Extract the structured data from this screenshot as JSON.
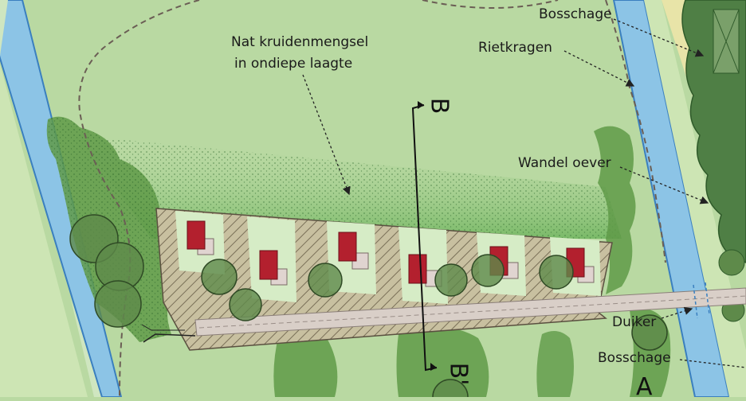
{
  "labels": {
    "nat_kruiden_line1": "Nat kruidenmengsel",
    "nat_kruiden_line2": "in ondiepe laagte",
    "bosschage_top": "Bosschage",
    "rietkragen": "Rietkragen",
    "wandel_oever": "Wandel oever",
    "duiker": "Duiker",
    "bosschage_bottom": "Bosschage"
  },
  "section_markers": {
    "b": "B",
    "b_prime": "B'",
    "a": "A"
  },
  "colors": {
    "meadow": "#b9d9a2",
    "meadow_light": "#cde5b4",
    "wet_herb_zone": "#7fbf6a",
    "canal_water": "#8cc4e6",
    "canal_edge": "#3a7fbf",
    "tree_canopy": "#5e8a4a",
    "bosschage_dark": "#3f6b3a",
    "hatched_ground": "#c8c0a0",
    "house_plot": "#d6ecc6",
    "roof_red": "#b3202e",
    "path": "#d9cfc8",
    "dashed_boundary": "#6b5e55"
  },
  "icons": [
    "tree-icon",
    "house-icon",
    "arrow-icon",
    "section-line-icon"
  ]
}
